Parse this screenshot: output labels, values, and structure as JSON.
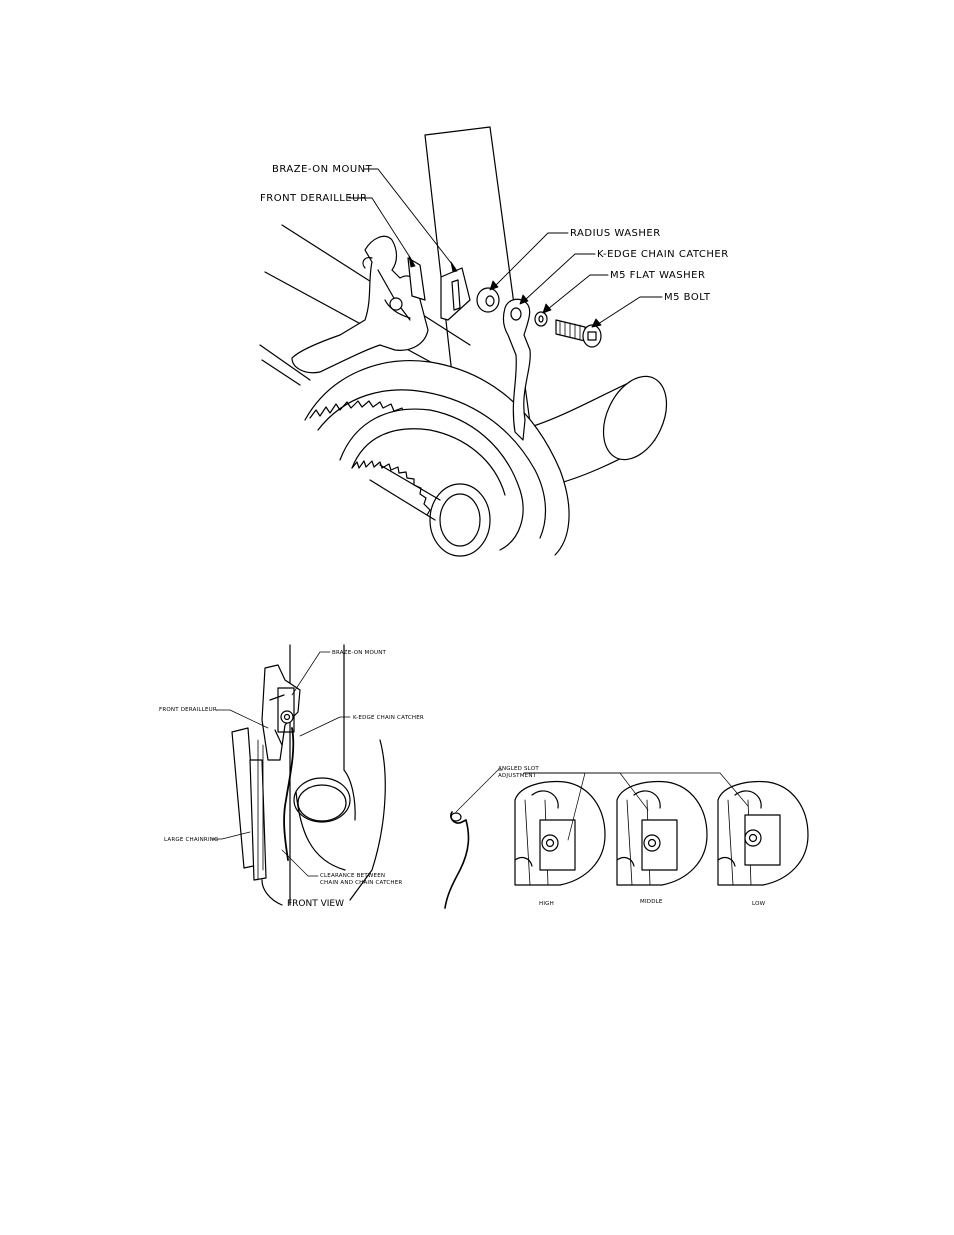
{
  "exploded_view": {
    "labels": {
      "braze_on_mount": "BRAZE-ON MOUNT",
      "front_derailleur": "FRONT DERAILLEUR",
      "radius_washer": "RADIUS WASHER",
      "chain_catcher": "K-EDGE CHAIN CATCHER",
      "flat_washer": "M5 FLAT WASHER",
      "bolt": "M5 BOLT"
    }
  },
  "front_view": {
    "title": "FRONT VIEW",
    "labels": {
      "braze_on_mount": "BRAZE-ON MOUNT",
      "front_derailleur": "FRONT DERAILLEUR",
      "chain_catcher": "K-EDGE CHAIN CATCHER",
      "large_chainring": "LARGE CHAINRING",
      "clearance_line1": "CLEARANCE BETWEEN",
      "clearance_line2": "CHAIN AND CHAIN CATCHER"
    }
  },
  "adjustment_view": {
    "slot_label_line1": "ANGLED SLOT",
    "slot_label_line2": "ADJUSTMENT",
    "positions": [
      "HIGH",
      "MIDDLE",
      "LOW"
    ]
  }
}
